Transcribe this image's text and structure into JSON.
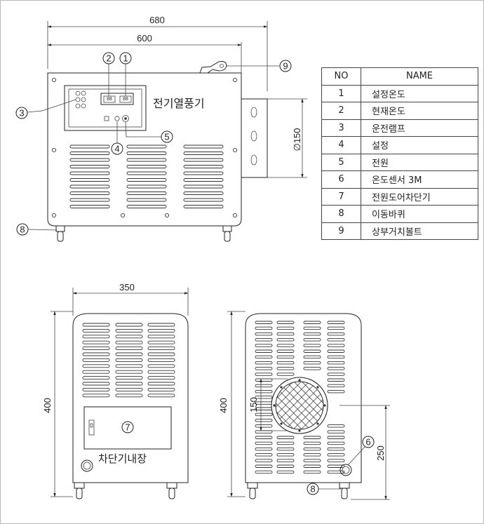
{
  "dimensions": {
    "front_total_width": "680",
    "front_body_width": "600",
    "duct_diameter": "∅150",
    "side_width": "350",
    "side_height": "400",
    "rear_height": "400",
    "fan_offset": "150",
    "sensor_height": "250"
  },
  "labels": {
    "heater_name": "전기열풍기",
    "breaker_inside": "차단기내장"
  },
  "callouts": [
    "1",
    "2",
    "3",
    "4",
    "5",
    "6",
    "7",
    "8",
    "9"
  ],
  "table": {
    "header_no": "NO",
    "header_name": "NAME",
    "rows": [
      {
        "no": "1",
        "name": "설정온도"
      },
      {
        "no": "2",
        "name": "현재온도"
      },
      {
        "no": "3",
        "name": "운전램프"
      },
      {
        "no": "4",
        "name": "설정"
      },
      {
        "no": "5",
        "name": "전원"
      },
      {
        "no": "6",
        "name": "온도센서 3M"
      },
      {
        "no": "7",
        "name": "전원도어차단기"
      },
      {
        "no": "8",
        "name": "이동바퀴"
      },
      {
        "no": "9",
        "name": "상부거치볼트"
      }
    ]
  }
}
